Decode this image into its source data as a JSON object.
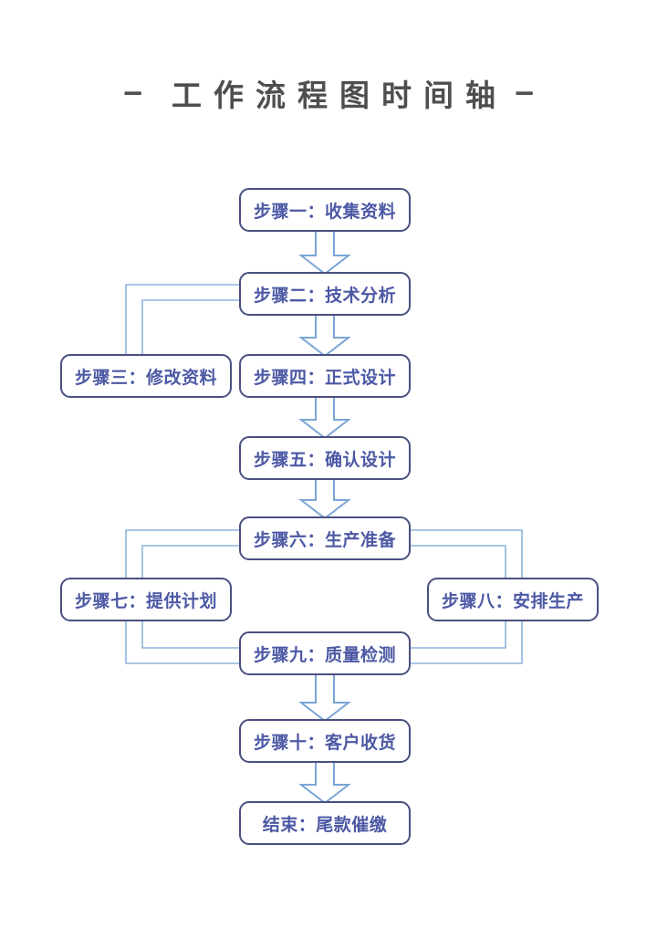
{
  "title": {
    "dash_left": "−",
    "text": "工作流程图时间轴",
    "dash_right": "−"
  },
  "colors": {
    "box_border": "#4a5080",
    "box_text": "#4c59a4",
    "connector": "#8fb2e0",
    "arrow_outline": "#7aa5d6",
    "title_text": "#4e4e4e",
    "background": "#ffffff"
  },
  "nodes": [
    {
      "id": "step-1",
      "label": "步骤一：收集资料"
    },
    {
      "id": "step-2",
      "label": "步骤二：技术分析"
    },
    {
      "id": "step-3",
      "label": "步骤三：修改资料"
    },
    {
      "id": "step-4",
      "label": "步骤四：正式设计"
    },
    {
      "id": "step-5",
      "label": "步骤五：确认设计"
    },
    {
      "id": "step-6",
      "label": "步骤六：生产准备"
    },
    {
      "id": "step-7",
      "label": "步骤七：提供计划"
    },
    {
      "id": "step-8",
      "label": "步骤八：安排生产"
    },
    {
      "id": "step-9",
      "label": "步骤九：质量检测"
    },
    {
      "id": "step-10",
      "label": "步骤十：客户收货"
    },
    {
      "id": "end",
      "label": "结束：尾款催缴"
    }
  ],
  "edges": [
    {
      "from": "step-1",
      "to": "step-2",
      "style": "block-arrow"
    },
    {
      "from": "step-2",
      "to": "step-3",
      "style": "double-line"
    },
    {
      "from": "step-2",
      "to": "step-4",
      "style": "block-arrow"
    },
    {
      "from": "step-4",
      "to": "step-5",
      "style": "block-arrow"
    },
    {
      "from": "step-5",
      "to": "step-6",
      "style": "block-arrow"
    },
    {
      "from": "step-6",
      "to": "step-7",
      "style": "double-line"
    },
    {
      "from": "step-6",
      "to": "step-8",
      "style": "double-line"
    },
    {
      "from": "step-7",
      "to": "step-9",
      "style": "double-line"
    },
    {
      "from": "step-8",
      "to": "step-9",
      "style": "double-line"
    },
    {
      "from": "step-9",
      "to": "step-10",
      "style": "block-arrow"
    },
    {
      "from": "step-10",
      "to": "end",
      "style": "block-arrow"
    }
  ]
}
